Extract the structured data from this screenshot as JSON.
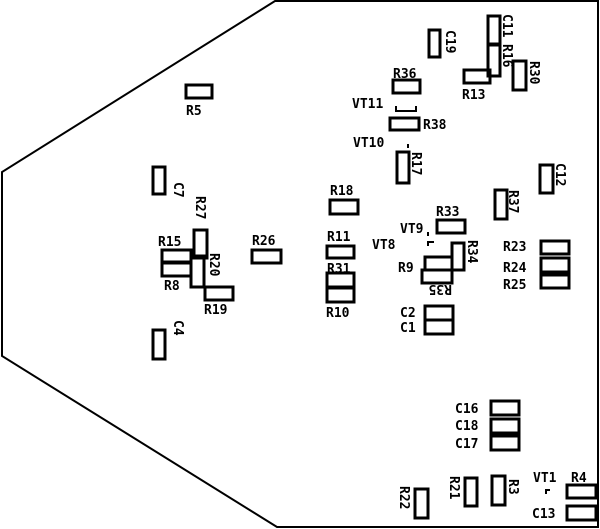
{
  "labels": {
    "R5": "R5",
    "C7": "C7",
    "C4": "C4",
    "R27": "R27",
    "R15": "R15",
    "R8": "R8",
    "R20": "R20",
    "R19": "R19",
    "R26": "R26",
    "R18": "R18",
    "R11": "R11",
    "R31": "R31",
    "R10": "R10",
    "R36": "R36",
    "VT11": "VT11",
    "R38": "R38",
    "VT10": "VT10",
    "R17": "R17",
    "C19": "C19",
    "R13": "R13",
    "R16": "R16",
    "C11": "C11",
    "R30": "R30",
    "C12": "C12",
    "R37": "R37",
    "R33": "R33",
    "VT9": "VT9",
    "VT8": "VT8",
    "R34": "R34",
    "R9": "R9",
    "R35": "R35",
    "R23": "R23",
    "R24": "R24",
    "R25": "R25",
    "C2": "C2",
    "C1": "C1",
    "C16": "C16",
    "C18": "C18",
    "C17": "C17",
    "R22": "R22",
    "R21": "R21",
    "R3": "R3",
    "VT1": "VT1",
    "R4": "R4",
    "C13": "C13"
  }
}
